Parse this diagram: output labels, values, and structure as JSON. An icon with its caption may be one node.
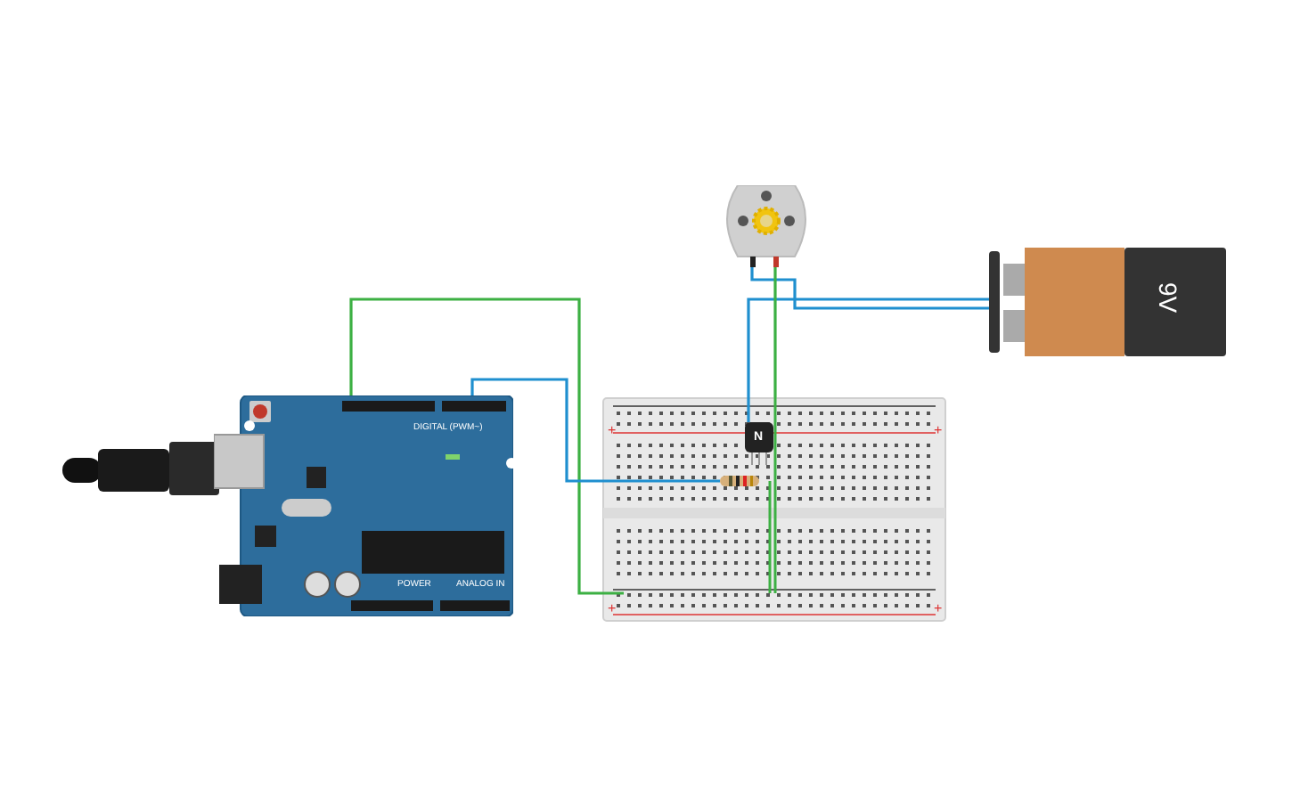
{
  "diagram": {
    "nodes": [
      {
        "text": [
          "DIGITAL (PWM~)",
          "POWER",
          "ANALOG IN"
        ]
      },
      {
        "text": [],
        "shape": "breadboard"
      },
      {
        "text": [
          "N"
        ],
        "in": 1
      },
      {
        "text": [],
        "shape": "resistor",
        "in": 1
      },
      {
        "text": [],
        "shape": "motor"
      },
      {
        "text": [
          "9V"
        ]
      }
    ],
    "edges": [
      {
        "from": 0,
        "to": 1,
        "arrow": "none",
        "color": "#3cb043"
      },
      {
        "from": 0,
        "to": 3,
        "arrow": "none",
        "color": "#1f8fcf"
      },
      {
        "from": 4,
        "to": 5,
        "arrow": "none",
        "color": "#1f8fcf"
      },
      {
        "from": 2,
        "to": 5,
        "arrow": "none",
        "color": "#1f8fcf"
      },
      {
        "from": 4,
        "to": 1,
        "arrow": "none",
        "color": "#3cb043"
      }
    ],
    "labels": [
      "+",
      "+",
      "+",
      "+"
    ]
  }
}
